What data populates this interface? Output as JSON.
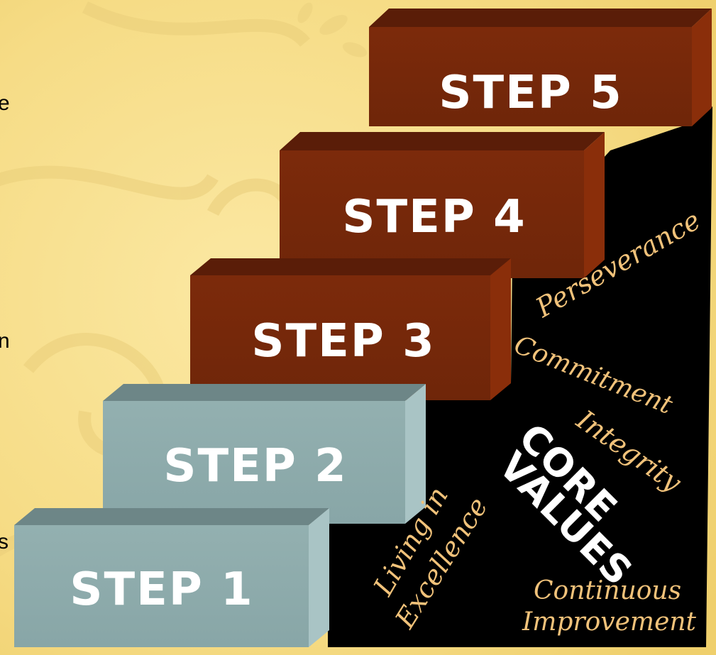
{
  "edge_letters": [
    "e",
    "n",
    "s"
  ],
  "steps": [
    {
      "label": "STEP 1",
      "color": "#8ba9aa"
    },
    {
      "label": "STEP 2",
      "color": "#8ba9aa"
    },
    {
      "label": "STEP 3",
      "color": "#7a2a0c"
    },
    {
      "label": "STEP 4",
      "color": "#7a2a0c"
    },
    {
      "label": "STEP 5",
      "color": "#7a2a0c"
    }
  ],
  "core_values": {
    "title_line1": "CORE",
    "title_line2": "VALUES",
    "perseverance": "Perseverance",
    "commitment": "Commitment",
    "integrity": "Integrity",
    "living_line1": "Living in",
    "living_line2": "Excellence",
    "continuous_line1": "Continuous",
    "continuous_line2": "Improvement"
  },
  "colors": {
    "background": "#f7df8a",
    "accent_text": "#f1c27a",
    "core_panel": "#000000"
  }
}
